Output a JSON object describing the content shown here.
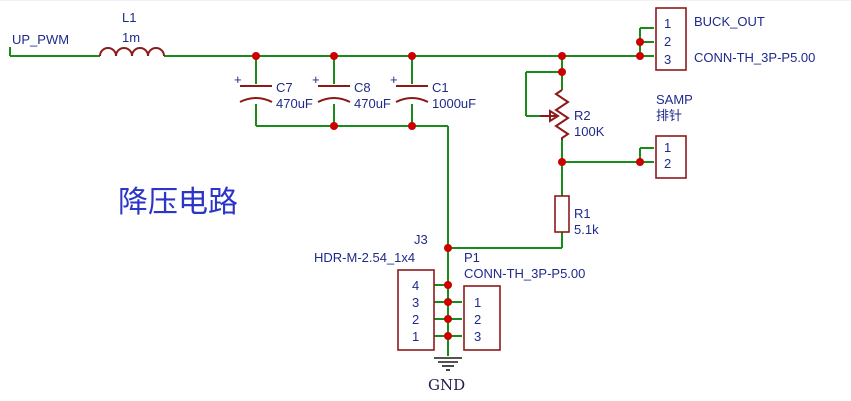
{
  "title": "降压电路",
  "nets": {
    "input": "UP_PWM",
    "ground": "GND"
  },
  "L1": {
    "ref": "L1",
    "value": "1m"
  },
  "C7": {
    "ref": "C7",
    "value": "470uF",
    "polarity": "+"
  },
  "C8": {
    "ref": "C8",
    "value": "470uF",
    "polarity": "+"
  },
  "C1": {
    "ref": "C1",
    "value": "1000uF",
    "polarity": "+"
  },
  "R2": {
    "ref": "R2",
    "value": "100K"
  },
  "R1": {
    "ref": "R1",
    "value": "5.1k"
  },
  "buck_out": {
    "name": "BUCK_OUT",
    "footprint": "CONN-TH_3P-P5.00",
    "pins": [
      "1",
      "2",
      "3"
    ]
  },
  "samp": {
    "name": "SAMP",
    "subtitle": "排针",
    "pins": [
      "1",
      "2"
    ]
  },
  "J3": {
    "ref": "J3",
    "footprint": "HDR-M-2.54_1x4",
    "pins": [
      "4",
      "3",
      "2",
      "1"
    ]
  },
  "P1": {
    "ref": "P1",
    "footprint": "CONN-TH_3P-P5.00",
    "pins": [
      "1",
      "2",
      "3"
    ]
  },
  "colors": {
    "wire": "#1a8a1a",
    "component": "#8b1a1a",
    "junction": "#cc0000",
    "text": "#1f2a8a",
    "title": "#2b35c8"
  }
}
